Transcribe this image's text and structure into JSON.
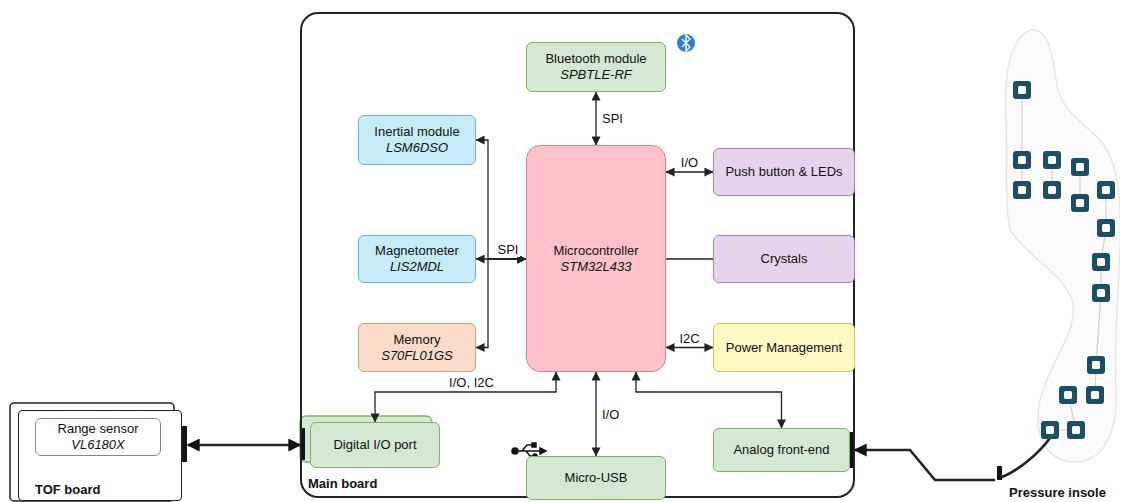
{
  "diagram": {
    "nodes": [
      {
        "text": [
          "Main board"
        ]
      },
      {
        "text": [
          "Bluetooth module",
          "SPBTLE-RF"
        ],
        "in": 0
      },
      {
        "text": [
          "Inertial module",
          "LSM6DSO"
        ],
        "in": 0
      },
      {
        "text": [
          "Push button & LEDs"
        ],
        "in": 0
      },
      {
        "text": [
          "Magnetometer",
          "LIS2MDL"
        ],
        "in": 0
      },
      {
        "text": [
          "Microcontroller",
          "STM32L433"
        ],
        "in": 0
      },
      {
        "text": [
          "Crystals"
        ],
        "in": 0
      },
      {
        "text": [
          "Memory",
          "S70FL01GS"
        ],
        "in": 0
      },
      {
        "text": [
          "Power Management"
        ],
        "in": 0
      },
      {
        "text": [
          "Digital I/O port"
        ],
        "in": 0
      },
      {
        "text": [
          "Micro-USB"
        ],
        "in": 0
      },
      {
        "text": [
          "Analog front-end"
        ],
        "in": 0
      },
      {
        "text": [
          "TOF board"
        ]
      },
      {
        "text": [
          "Range sensor",
          "VL6180X"
        ],
        "in": 12
      },
      {
        "text": [
          "Pressure insole"
        ]
      }
    ],
    "edges": [
      {
        "from": 5,
        "to": 1,
        "arrow": "both",
        "label": "SPI"
      },
      {
        "from": 5,
        "to": 2,
        "arrow": "both"
      },
      {
        "from": 5,
        "to": 4,
        "arrow": "both",
        "label": "SPI"
      },
      {
        "from": 5,
        "to": 7,
        "arrow": "both"
      },
      {
        "from": 5,
        "to": 3,
        "arrow": "both",
        "label": "I/O"
      },
      {
        "from": 6,
        "to": 5,
        "arrow": "none"
      },
      {
        "from": 5,
        "to": 8,
        "arrow": "both",
        "label": "I2C"
      },
      {
        "from": 5,
        "to": 9,
        "arrow": "both",
        "label": "I/O, I2C"
      },
      {
        "from": 5,
        "to": 10,
        "arrow": "both",
        "label": "I/O"
      },
      {
        "from": 5,
        "to": 11,
        "arrow": "both"
      },
      {
        "from": 12,
        "to": 9,
        "arrow": "both"
      },
      {
        "from": 14,
        "to": 11,
        "arrow": "to"
      }
    ]
  }
}
